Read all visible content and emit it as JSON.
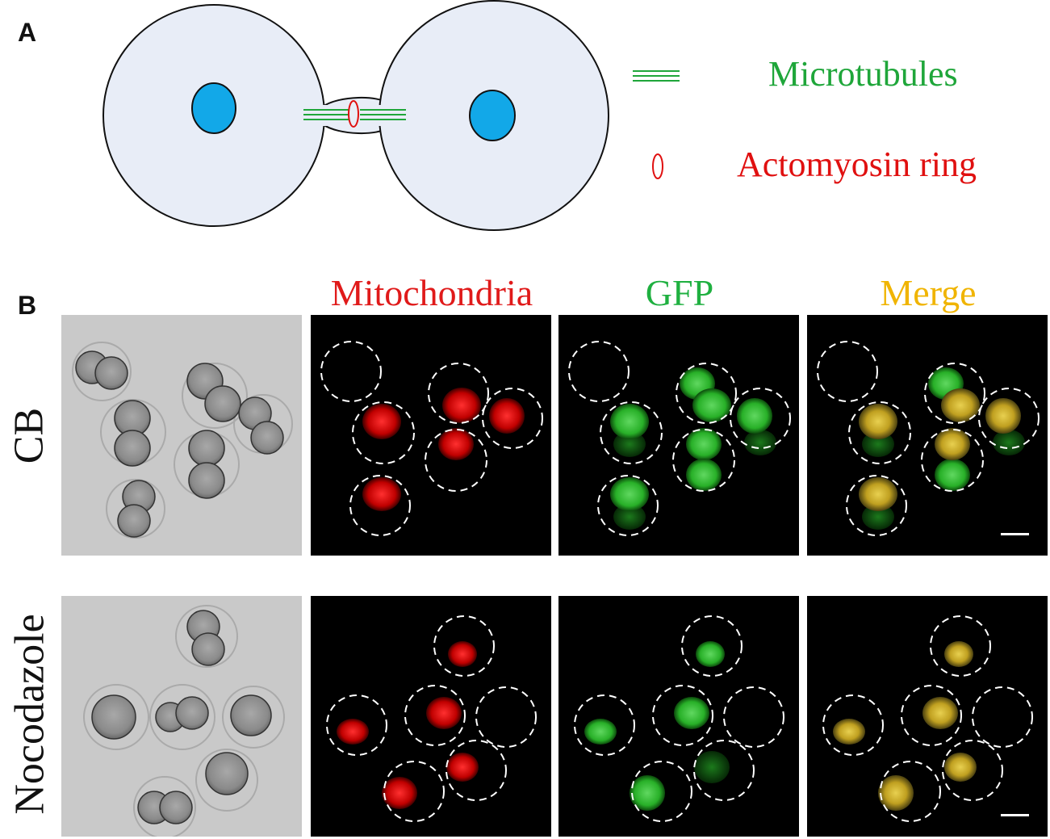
{
  "panel_a": {
    "label": "A",
    "legend": {
      "microtubules": "Microtubules",
      "actomyosin": "Actomyosin ring"
    },
    "colors": {
      "cell_fill": "#e8edf7",
      "nucleus": "#12a8e8",
      "microtubule": "#1fa63a",
      "ring": "#e01010"
    }
  },
  "panel_b": {
    "label": "B",
    "columns": [
      "",
      "Mitochondria",
      "GFP",
      "Merge"
    ],
    "column_colors": [
      "",
      "#e01a1a",
      "#1fb040",
      "#f0b400"
    ],
    "rows": [
      "CB",
      "Nocodazole"
    ]
  }
}
